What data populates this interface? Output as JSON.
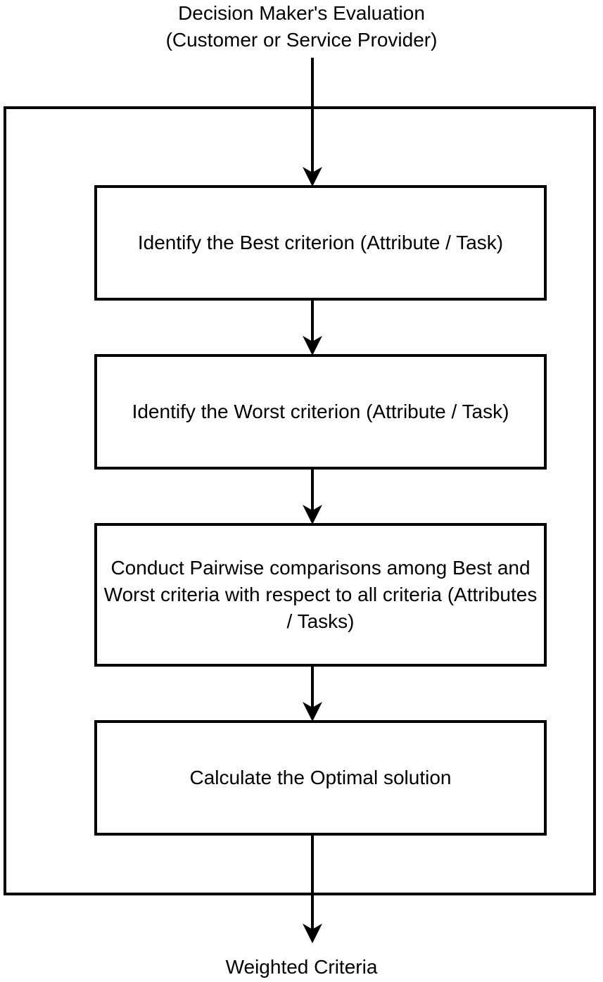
{
  "diagram": {
    "title_note": "Best-Worst Method decision flow",
    "background_color": "#ffffff",
    "stroke_color": "#000000",
    "text_color": "#000000"
  },
  "start_label": {
    "text": "Decision Maker's Evaluation\n(Customer or Service Provider)"
  },
  "end_label": {
    "text": "Weighted Criteria"
  },
  "container": {
    "name": "process-container"
  },
  "nodes": [
    {
      "id": "identify-best",
      "text": "Identify the Best criterion (Attribute / Task)"
    },
    {
      "id": "identify-worst",
      "text": "Identify the Worst criterion (Attribute / Task)"
    },
    {
      "id": "pairwise-comparisons",
      "text": "Conduct Pairwise comparisons among Best and Worst criteria with respect to all criteria (Attributes / Tasks)"
    },
    {
      "id": "calculate-optimal",
      "text": "Calculate the Optimal solution"
    }
  ],
  "edges": [
    {
      "id": "start-to-best",
      "from": "start-label",
      "to": "identify-best"
    },
    {
      "id": "best-to-worst",
      "from": "identify-best",
      "to": "identify-worst"
    },
    {
      "id": "worst-to-pairwise",
      "from": "identify-worst",
      "to": "pairwise-comparisons"
    },
    {
      "id": "pairwise-to-calculate",
      "from": "pairwise-comparisons",
      "to": "calculate-optimal"
    },
    {
      "id": "calculate-to-weighted",
      "from": "calculate-optimal",
      "to": "end-label"
    }
  ]
}
